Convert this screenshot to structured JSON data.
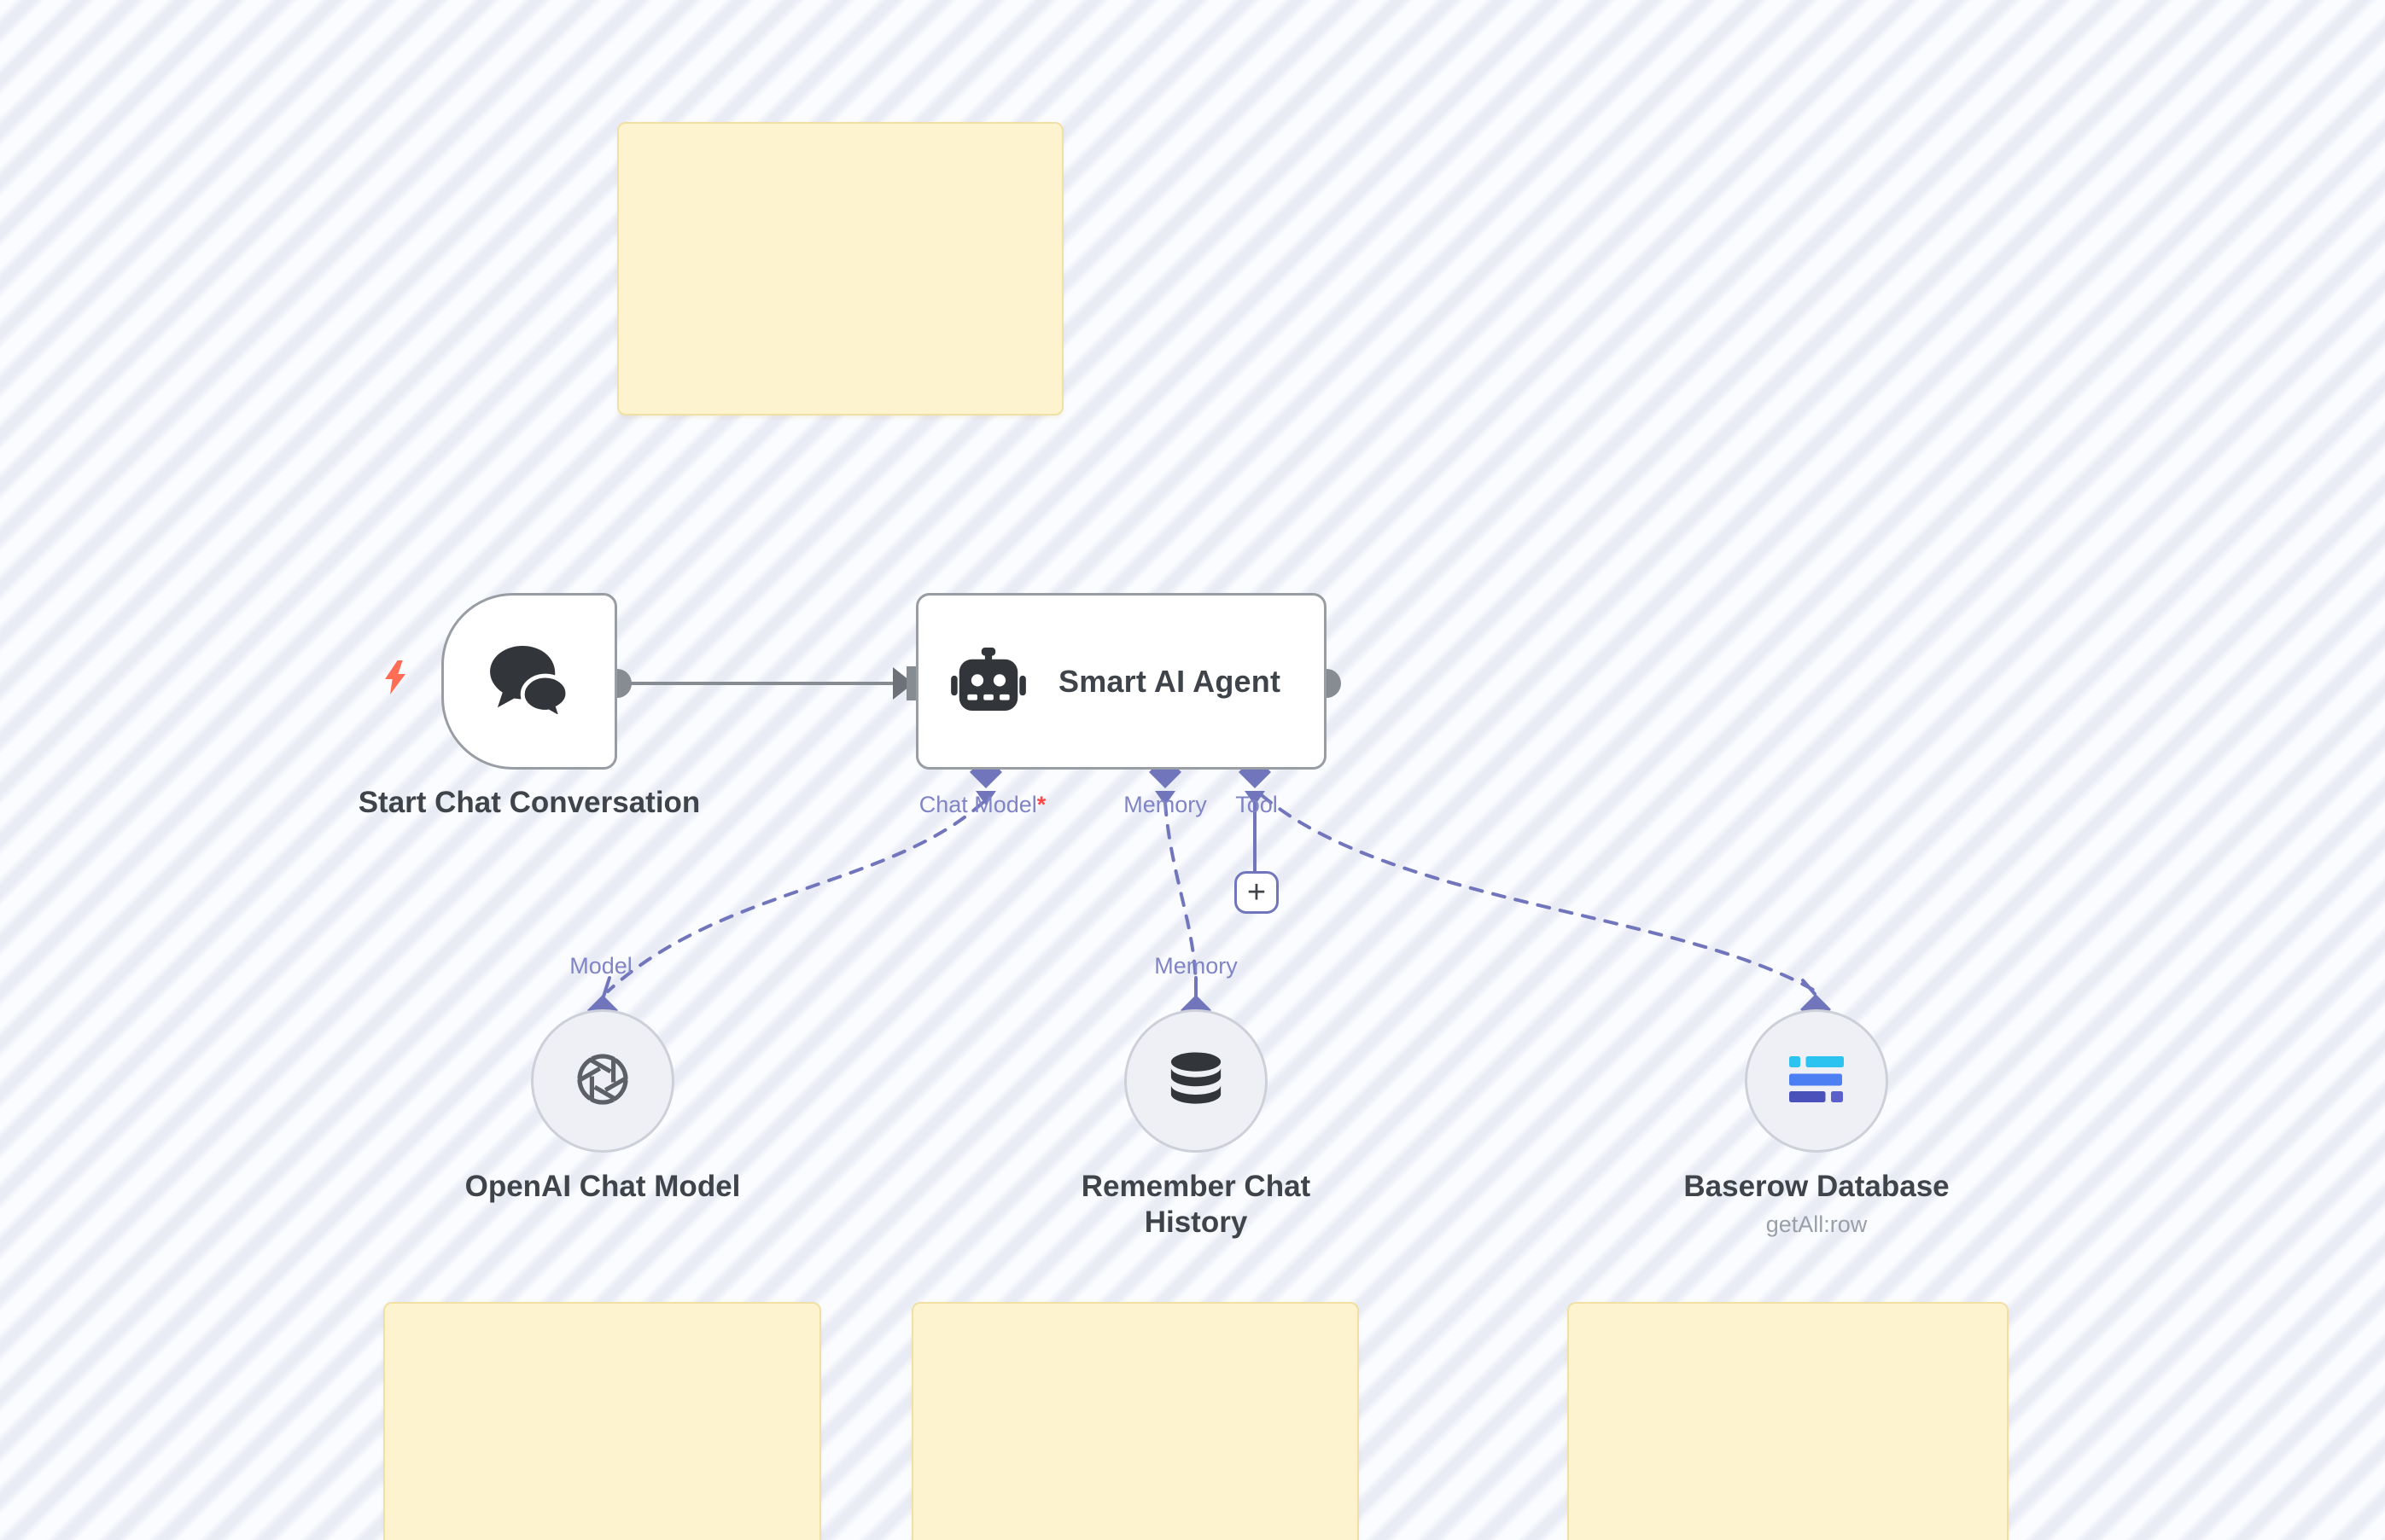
{
  "canvas": {
    "type": "workflow-editor-canvas",
    "sticky_notes": {
      "count": 4,
      "color": "#fdf3cf"
    }
  },
  "nodes": {
    "chat_trigger": {
      "label": "Start Chat Conversation"
    },
    "agent": {
      "title": "Smart AI Agent",
      "ports": [
        {
          "label": "Chat Model",
          "required": "*"
        },
        {
          "label": "Memory"
        },
        {
          "label": "Tool"
        }
      ]
    },
    "openai": {
      "label": "OpenAI Chat Model",
      "port_label": "Model"
    },
    "memory": {
      "label": "Remember Chat History",
      "port_label": "Memory"
    },
    "baserow": {
      "label": "Baserow Database",
      "operation": "getAll:row"
    }
  },
  "ui": {
    "add_button": "+"
  },
  "colors": {
    "stripe_a": "#fbfcff",
    "stripe_b": "#e9ebf5",
    "sticky_bg": "#fdf3cf",
    "sticky_border": "#f1e0a4",
    "node_border": "#989da4",
    "wire_gray": "#878b92",
    "accent_indigo": "#7176bc",
    "label_indigo": "#7f84c6",
    "text_dark": "#3f434a",
    "text_muted": "#999fa9",
    "required_red": "#ff4444",
    "bolt_orange": "#ff6d55",
    "icon_dark": "#32363b",
    "baserow_cyan": "#2cc3f0",
    "baserow_blue": "#4b7ff2",
    "baserow_indigo": "#4a51ba"
  }
}
